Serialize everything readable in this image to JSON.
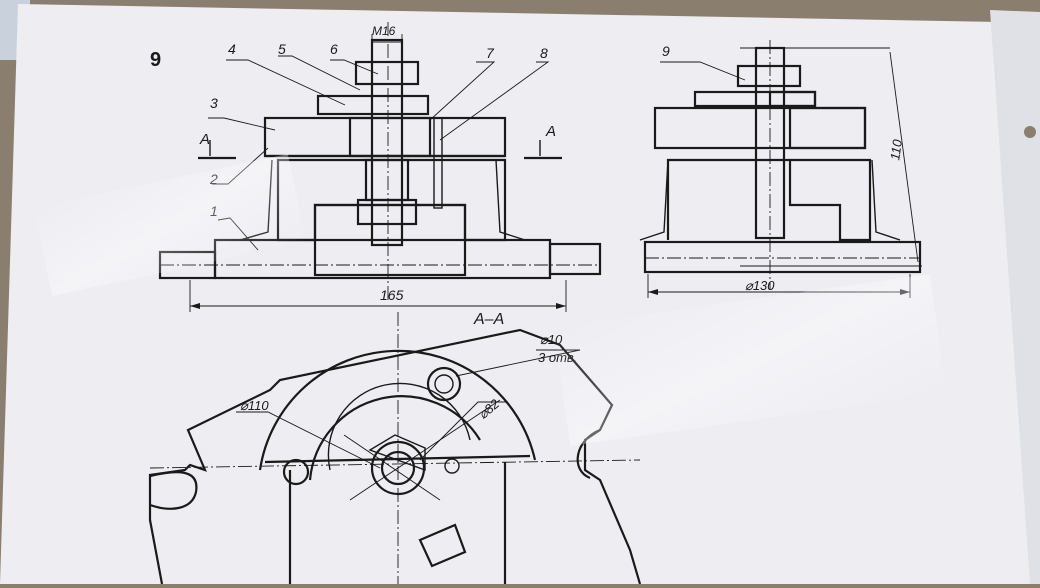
{
  "sheet": {
    "task_number": "9",
    "section_label": "A–A",
    "section_marks": [
      "A",
      "A"
    ],
    "part_numbers": [
      "1",
      "2",
      "3",
      "4",
      "5",
      "6",
      "7",
      "8",
      "9"
    ]
  },
  "dimensions": {
    "thread": "M16",
    "base_width": "165",
    "overall_height": "110",
    "base_diameter": "⌀130",
    "hole_diameter": "⌀10",
    "hole_count": "3 отв.",
    "diameter_110": "⌀110",
    "diameter_82": "⌀82"
  },
  "colors": {
    "paper": "#eeedf2",
    "line": "#1a1a1a",
    "background": "#8a7e6e"
  }
}
